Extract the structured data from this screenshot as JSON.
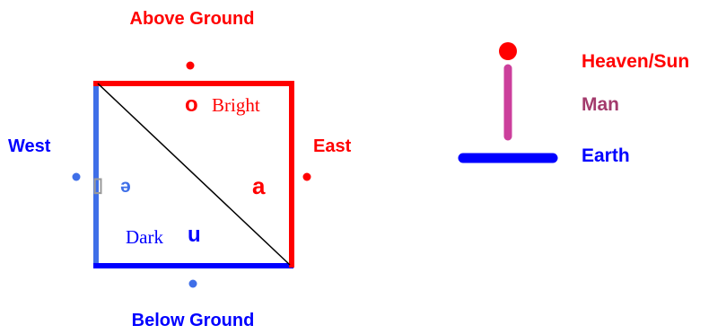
{
  "colors": {
    "red": "#ff0000",
    "blue": "#0000ff",
    "light_blue": "#3f6fe8",
    "magenta": "#cc3f9c",
    "man_text": "#a33a6c",
    "black": "#000000"
  },
  "square": {
    "top_label": "Above Ground",
    "bottom_label": "Below Ground",
    "left_label": "West",
    "right_label": "East",
    "vowel_o": "o",
    "bright_label": "Bright",
    "vowel_schwa": "ə",
    "vowel_a": "a",
    "dark_label": "Dark",
    "vowel_u": "u",
    "placeholder_box": "▯"
  },
  "cosmos": {
    "heaven_label": "Heaven/Sun",
    "man_label": "Man",
    "earth_label": "Earth"
  }
}
